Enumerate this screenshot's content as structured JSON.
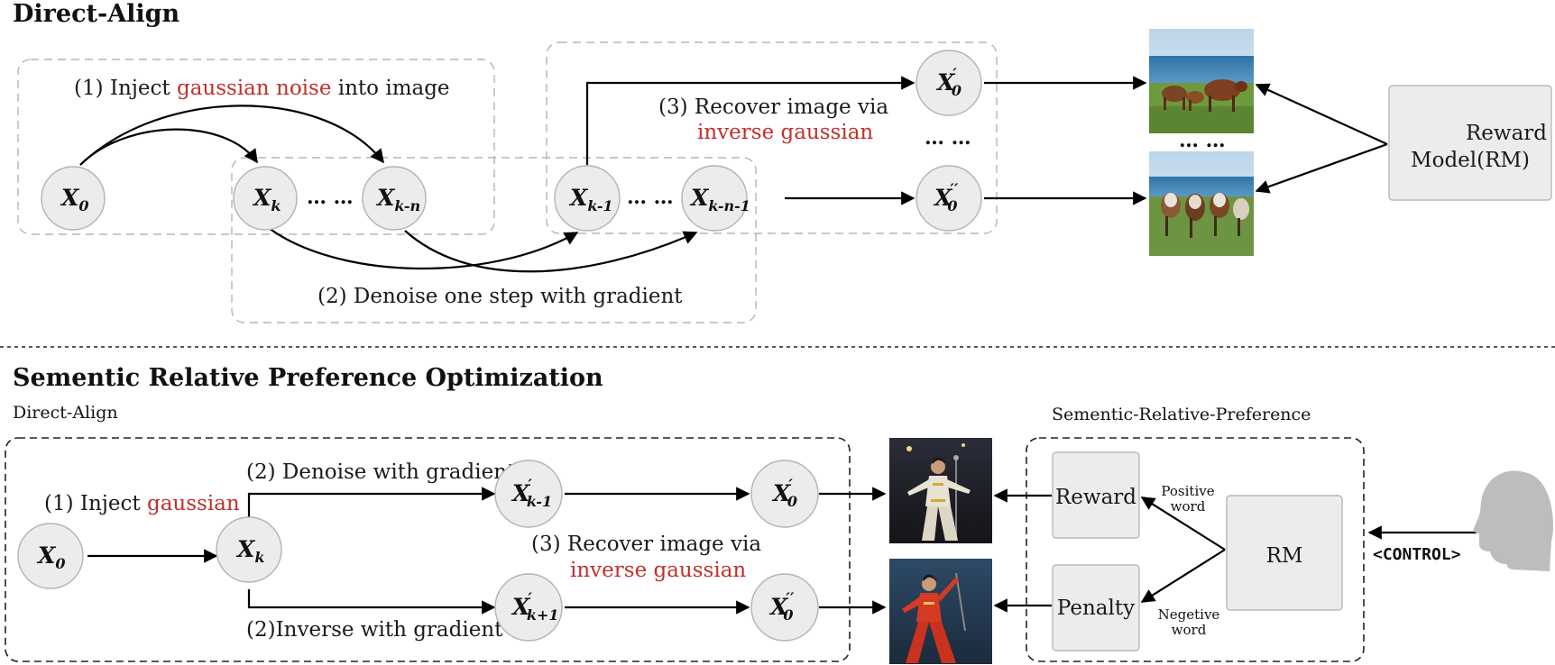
{
  "top": {
    "title": "Direct-Align",
    "step1": {
      "prefix": "(1)  Inject ",
      "highlight": "gaussian noise",
      "suffix": " into image"
    },
    "step2": "(2) Denoise one step with gradient",
    "step3": {
      "line1": "(3) Recover image via",
      "highlight": "inverse gaussian"
    },
    "nodes": {
      "x0": {
        "main": "X",
        "sub": "0",
        "sup": ""
      },
      "xk": {
        "main": "X",
        "sub": "k",
        "sup": ""
      },
      "xkn": {
        "main": "X",
        "sub": "k-n",
        "sup": ""
      },
      "xk1": {
        "main": "X",
        "sub": "k-1",
        "sup": ""
      },
      "xkn1": {
        "main": "X",
        "sub": "k-n-1",
        "sup": ""
      },
      "x0p": {
        "main": "X",
        "sub": "0",
        "sup": "′"
      },
      "x0pp": {
        "main": "X",
        "sub": "0",
        "sup": "′′"
      }
    },
    "ellipsis": "… …",
    "reward_model": {
      "line1": "Reward",
      "line2": "Model(RM)"
    }
  },
  "bottom": {
    "title": "Sementic Relative Preference Optimization",
    "left_label": "Direct-Align",
    "right_label": "Sementic-Relative-Preference",
    "step1": {
      "prefix": "(1)  Inject ",
      "highlight": "gaussian"
    },
    "step2a": "(2) Denoise with gradient",
    "step2b": "(2)Inverse with gradient",
    "step3": {
      "line1": "(3) Recover image via",
      "highlight": "inverse gaussian"
    },
    "nodes": {
      "x0": {
        "main": "X",
        "sub": "0",
        "sup": ""
      },
      "xk": {
        "main": "X",
        "sub": "k",
        "sup": ""
      },
      "xkm1": {
        "main": "X",
        "sub": "k-1",
        "sup": "′"
      },
      "xkp1": {
        "main": "X",
        "sub": "k+1",
        "sup": "′"
      },
      "x0p": {
        "main": "X",
        "sub": "0",
        "sup": "′"
      },
      "x0pp": {
        "main": "X",
        "sub": "0",
        "sup": "′′"
      }
    },
    "reward": "Reward",
    "penalty": "Penalty",
    "rm": "RM",
    "positive": {
      "line1": "Positive",
      "line2": "word"
    },
    "negative": {
      "line1": "Negetive",
      "line2": "word"
    },
    "control": "<CONTROL>"
  }
}
